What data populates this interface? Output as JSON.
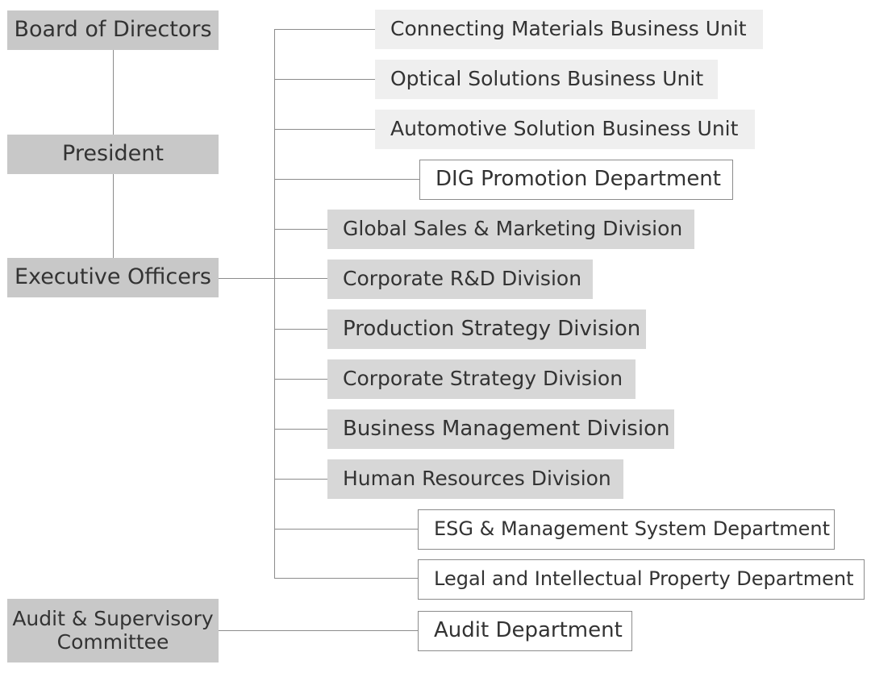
{
  "left": {
    "board": "Board of Directors",
    "president": "President",
    "executive": "Executive Officers",
    "audit_committee_line1": "Audit & Supervisory",
    "audit_committee_line2": "Committee"
  },
  "units": [
    "Connecting Materials Business Unit",
    "Optical Solutions Business Unit",
    "Automotive Solution Business Unit",
    "DIG Promotion Department",
    "Global Sales & Marketing Division",
    "Corporate R&D Division",
    "Production Strategy Division",
    "Corporate Strategy Division",
    "Business Management Division",
    "Human Resources Division",
    "ESG & Management System Department",
    "Legal and Intellectual Property Department"
  ],
  "audit_department": "Audit Department",
  "colors": {
    "left_box": "#c8c8c8",
    "business_unit": "#efefef",
    "division": "#d7d7d7",
    "department_border": "#8c8c8c",
    "connector": "#8c8c8c",
    "text": "#333333"
  }
}
